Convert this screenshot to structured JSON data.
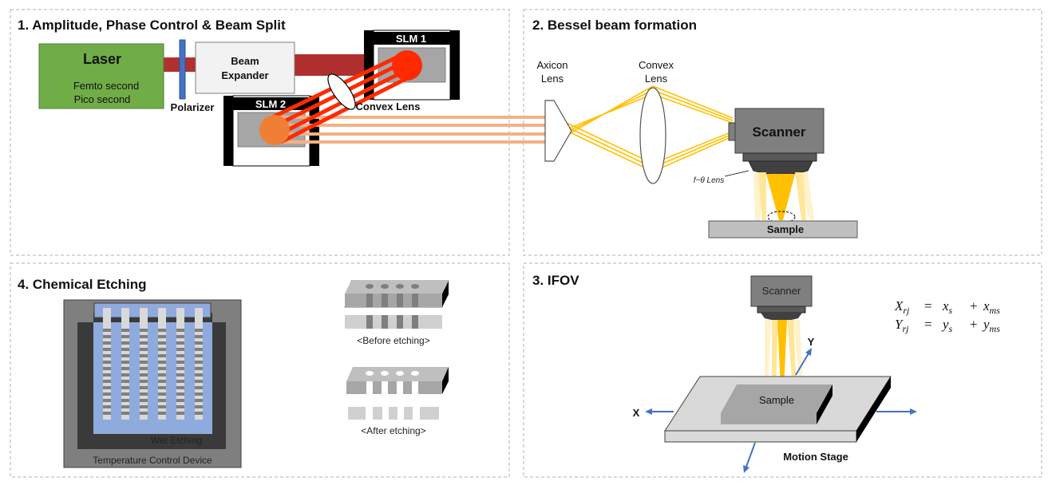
{
  "panels": {
    "p1": {
      "title": "1. Amplitude, Phase Control & Beam Split",
      "laser_label": "Laser",
      "laser_line1": "Femto second",
      "laser_line2": "Pico second",
      "polarizer_label": "Polarizer",
      "expander_line1": "Beam",
      "expander_line2": "Expander",
      "slm1_label": "SLM 1",
      "slm2_label": "SLM 2",
      "convex_lens_label": "Convex Lens"
    },
    "p2": {
      "title": "2. Bessel beam formation",
      "axicon_line1": "Axicon",
      "axicon_line2": "Lens",
      "convex_line1": "Convex",
      "convex_line2": "Lens",
      "scanner_label": "Scanner",
      "ftheta_label": "f−θ  Lens",
      "sample_label": "Sample"
    },
    "p3": {
      "title": "3. IFOV",
      "scanner_label": "Scanner",
      "sample_label": "Sample",
      "stage_label": "Motion Stage",
      "axis_x": "X",
      "axis_y": "Y",
      "eq1": {
        "lhs": "X",
        "lhs_sub": "rj",
        "eq": "=",
        "t1": "x",
        "t1_sub": "s",
        "plus": "+",
        "t2": "x",
        "t2_sub": "ms"
      },
      "eq2": {
        "lhs": "Y",
        "lhs_sub": "rj",
        "eq": "=",
        "t1": "y",
        "t1_sub": "s",
        "plus": "+",
        "t2": "y",
        "t2_sub": "ms"
      }
    },
    "p4": {
      "title": "4. Chemical Etching",
      "wet_label": "Wet Etching",
      "temp_label": "Temperature Control Device",
      "before_label": "<Before etching>",
      "after_label": "<After etching>"
    }
  },
  "colors": {
    "laser_green": "#70ad47",
    "beam_darkred": "#b03030",
    "beam_red": "#ff2a00",
    "slm_spot1": "#ff2a00",
    "slm_spot2": "#ef7f35",
    "beam_orange": "#f4b183",
    "bessel_yellow": "#ffc000",
    "polarizer_blue": "#4472c4",
    "etch_liquid": "#8faadc",
    "axis_arrow": "#4472c4"
  }
}
